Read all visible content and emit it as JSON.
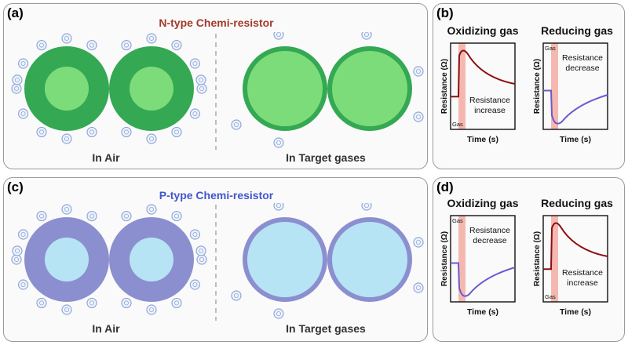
{
  "colors": {
    "n_shell": "#34a853",
    "n_core": "#7ddc7a",
    "n_core_target": "#7ddc7a",
    "p_shell": "#8c8fcf",
    "p_core": "#b6e4f5",
    "n_title": "#a33a2a",
    "p_title": "#4455cc",
    "curve_red": "#8a1010",
    "curve_blue": "#6a5ad0",
    "gas_band": "#f5b8b0"
  },
  "panel_a": {
    "label": "(a)",
    "title": "N-type Chemi-resistor",
    "left_caption": "In Air",
    "right_caption": "In Target gases"
  },
  "panel_c": {
    "label": "(c)",
    "title": "P-type Chemi-resistor",
    "left_caption": "In Air",
    "right_caption": "In Target gases"
  },
  "panel_b": {
    "label": "(b)",
    "plots": [
      {
        "title": "Oxidizing gas",
        "ylabel": "Resistance (Ω)",
        "xlabel": "Time (s)",
        "annotation": "Resistance increase",
        "gas_label": "Gas",
        "response": "increase"
      },
      {
        "title": "Reducing gas",
        "ylabel": "Resistance (Ω)",
        "xlabel": "Time (s)",
        "annotation": "Resistance decrease",
        "gas_label": "Gas",
        "response": "decrease"
      }
    ]
  },
  "panel_d": {
    "label": "(d)",
    "plots": [
      {
        "title": "Oxidizing gas",
        "ylabel": "Resistance (Ω)",
        "xlabel": "Time (s)",
        "annotation": "Resistance decrease",
        "gas_label": "Gas",
        "response": "decrease"
      },
      {
        "title": "Reducing gas",
        "ylabel": "Resistance (Ω)",
        "xlabel": "Time (s)",
        "annotation": "Resistance increase",
        "gas_label": "Gas",
        "response": "increase"
      }
    ]
  },
  "molecule_label": "O⁻"
}
